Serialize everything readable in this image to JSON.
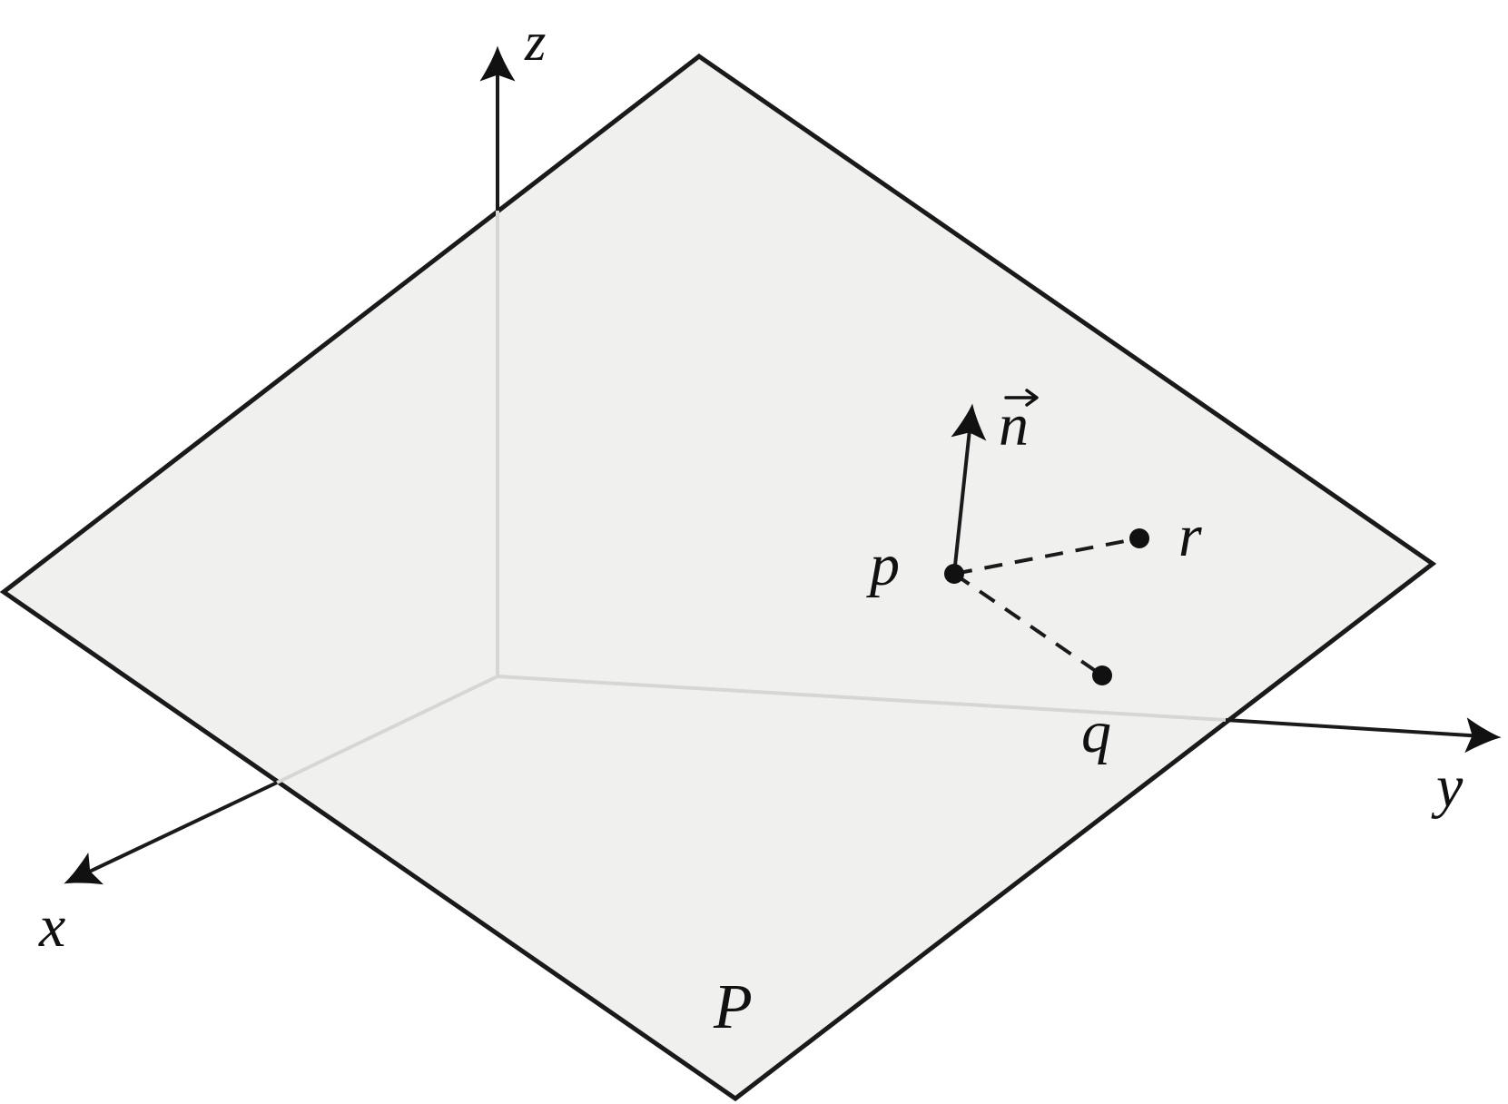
{
  "colors": {
    "ink": "#1a1a1a",
    "plane_fill": "#f0f0ee",
    "hidden_line": "#d6d6d4",
    "point": "#111111"
  },
  "labels": {
    "z_axis": "z",
    "x_axis": "x",
    "y_axis": "y",
    "normal_vector": "n",
    "point_p": "p",
    "point_r": "r",
    "point_q": "q",
    "plane": "P"
  }
}
